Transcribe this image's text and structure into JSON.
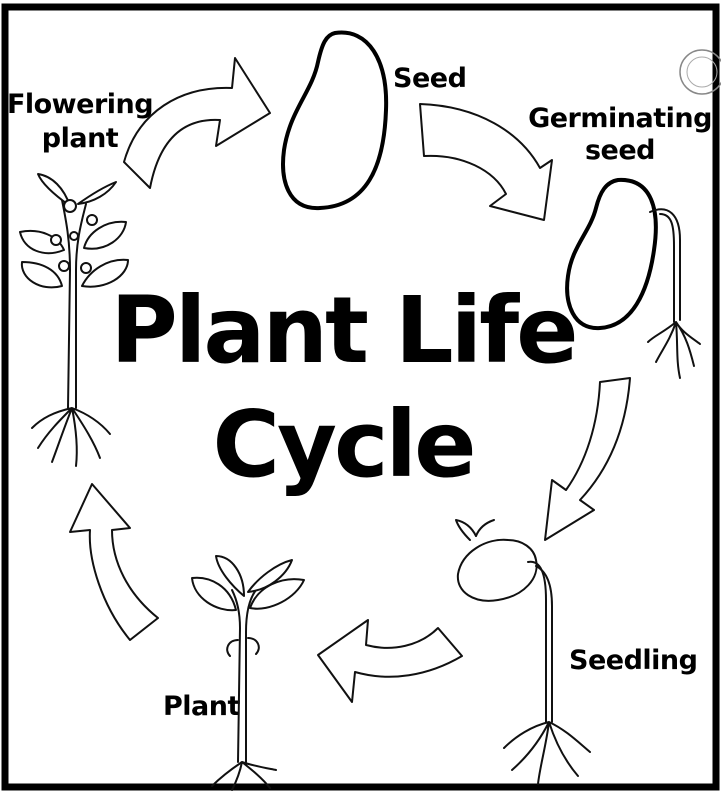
{
  "title": {
    "line1": "Plant Life",
    "line2": "Cycle"
  },
  "stages": {
    "seed": "Seed",
    "germinating_line1": "Germinating",
    "germinating_line2": "seed",
    "seedling": "Seedling",
    "plant": "Plant",
    "flowering_line1": "Flowering",
    "flowering_line2": "plant"
  },
  "colors": {
    "ink": "#000000",
    "paper": "#ffffff"
  }
}
